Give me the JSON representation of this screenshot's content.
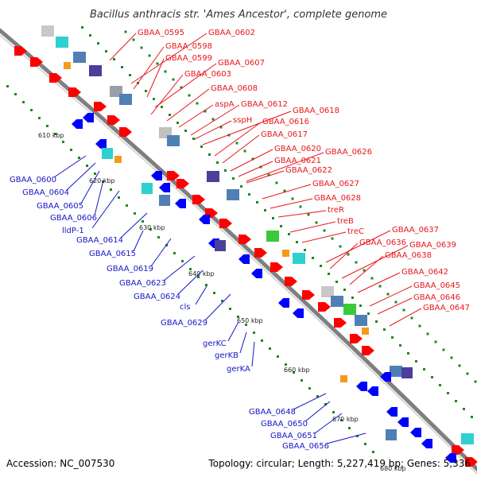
{
  "header": {
    "title": "Bacillus anthracis str. 'Ames Ancestor', complete genome"
  },
  "footer": {
    "accession": "Accession: NC_007530",
    "topology": "Topology: circular; Length: 5,227,419 bp; Genes: 5,336"
  },
  "colors": {
    "forward_label": "#e8161b",
    "reverse_label": "#1515c8",
    "forward_gene": "#ff0000",
    "reverse_gene": "#0000ff",
    "backbone": "#7f7f7f",
    "dots": "#1a8a1a"
  },
  "scale_ticks": [
    "610 kbp",
    "620 kbp",
    "630 kbp",
    "640 kbp",
    "650 kbp",
    "660 kbp",
    "670 kbp",
    "680 kbp"
  ],
  "forward_labels": [
    "GBAA_0595",
    "GBAA_0602",
    "GBAA_0598",
    "GBAA_0599",
    "GBAA_0607",
    "GBAA_0603",
    "GBAA_0608",
    "aspA",
    "GBAA_0612",
    "GBAA_0618",
    "sspH",
    "GBAA_0616",
    "GBAA_0617",
    "GBAA_0620",
    "GBAA_0626",
    "GBAA_0621",
    "GBAA_0622",
    "GBAA_0627",
    "GBAA_0628",
    "treR",
    "treB",
    "treC",
    "GBAA_0637",
    "GBAA_0636",
    "GBAA_0639",
    "GBAA_0638",
    "GBAA_0642",
    "GBAA_0645",
    "GBAA_0646",
    "GBAA_0647"
  ],
  "reverse_labels": [
    "GBAA_0600",
    "GBAA_0604",
    "GBAA_0605",
    "GBAA_0606",
    "lldP-1",
    "GBAA_0614",
    "GBAA_0615",
    "GBAA_0619",
    "GBAA_0623",
    "GBAA_0624",
    "cls",
    "GBAA_0629",
    "gerKC",
    "gerKB",
    "gerKA",
    "GBAA_0648",
    "GBAA_0650",
    "GBAA_0651",
    "GBAA_0656"
  ]
}
